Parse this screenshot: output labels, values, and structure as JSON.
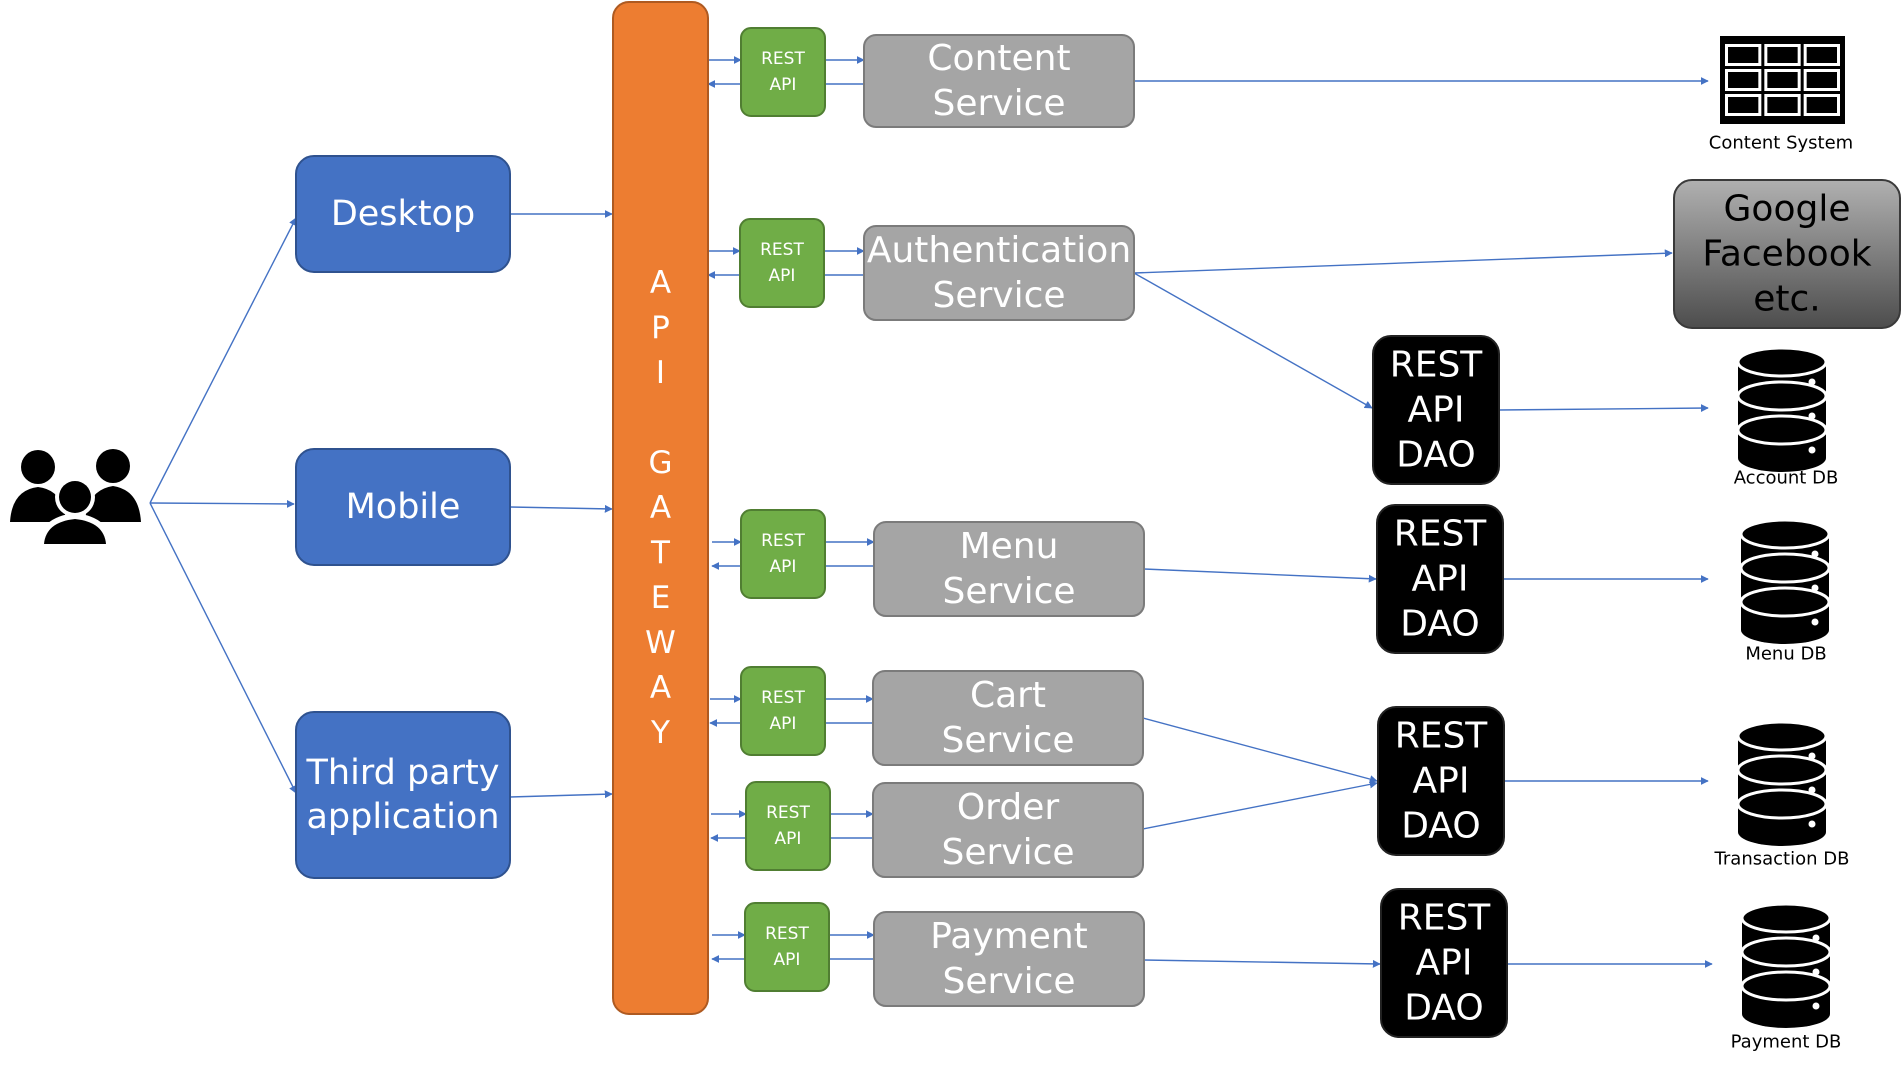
{
  "users": {
    "icon": "users-group-icon"
  },
  "clients": [
    {
      "id": "desktop",
      "lines": [
        "Desktop"
      ]
    },
    {
      "id": "mobile",
      "lines": [
        "Mobile"
      ]
    },
    {
      "id": "third-party",
      "lines": [
        "Third party",
        "application"
      ]
    }
  ],
  "gateway": {
    "letters": [
      "A",
      "P",
      "I",
      "",
      "G",
      "A",
      "T",
      "E",
      "W",
      "A",
      "Y"
    ]
  },
  "rest_api": {
    "lines": [
      "REST",
      "API"
    ]
  },
  "services": [
    {
      "id": "content",
      "lines": [
        "Content",
        "Service"
      ]
    },
    {
      "id": "authentication",
      "lines": [
        "Authentication",
        "Service"
      ]
    },
    {
      "id": "menu",
      "lines": [
        "Menu",
        "Service"
      ]
    },
    {
      "id": "cart",
      "lines": [
        "Cart",
        "Service"
      ]
    },
    {
      "id": "order",
      "lines": [
        "Order",
        "Service"
      ]
    },
    {
      "id": "payment",
      "lines": [
        "Payment",
        "Service"
      ]
    }
  ],
  "dao": {
    "lines": [
      "REST",
      "API",
      "DAO"
    ]
  },
  "external_auth": {
    "lines": [
      "Google",
      "Facebook",
      "etc."
    ]
  },
  "content_system": {
    "label": "Content System",
    "icon": "table-grid-icon"
  },
  "databases": [
    {
      "id": "account",
      "label": "Account DB"
    },
    {
      "id": "menu",
      "label": "Menu DB"
    },
    {
      "id": "transaction",
      "label": "Transaction DB"
    },
    {
      "id": "payment",
      "label": "Payment DB"
    }
  ],
  "colors": {
    "client_fill": "#4472c4",
    "client_stroke": "#2f528f",
    "gateway_fill": "#ed7d31",
    "gateway_stroke": "#ae5a21",
    "rest_fill": "#70ad47",
    "rest_stroke": "#507e32",
    "service_fill": "#a5a5a5",
    "service_stroke": "#7b7b7b",
    "dao_fill": "#000000",
    "connector": "#4472c4"
  }
}
